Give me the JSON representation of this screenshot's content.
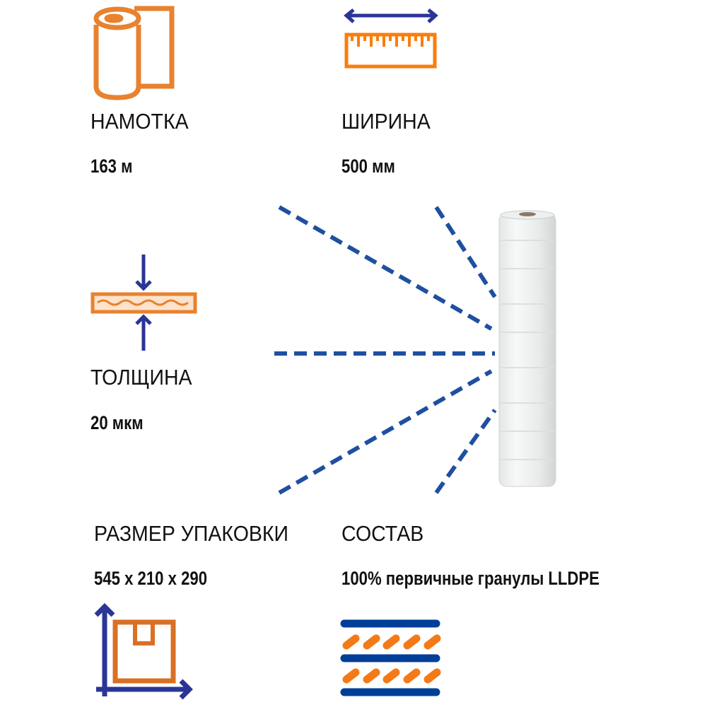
{
  "colors": {
    "orange": "#e8822f",
    "blue": "#2a3596",
    "dash": "#1f4fa0"
  },
  "specs": {
    "winding": {
      "label": "НАМОТКА",
      "value": "163 м",
      "icon": "paper-roll-icon"
    },
    "width": {
      "label": "ШИРИНА",
      "value": "500 мм",
      "icon": "ruler-width-icon"
    },
    "thickness": {
      "label": "ТОЛЩИНА",
      "value": "20 мкм",
      "icon": "thickness-icon"
    },
    "package": {
      "label": "РАЗМЕР УПАКОВКИ",
      "value": "545 х 210 х 290",
      "icon": "box-dimensions-icon"
    },
    "composition": {
      "label": "СОСТАВ",
      "value": "100% первичные гранулы LLDPE",
      "icon": "layers-granules-icon"
    }
  }
}
